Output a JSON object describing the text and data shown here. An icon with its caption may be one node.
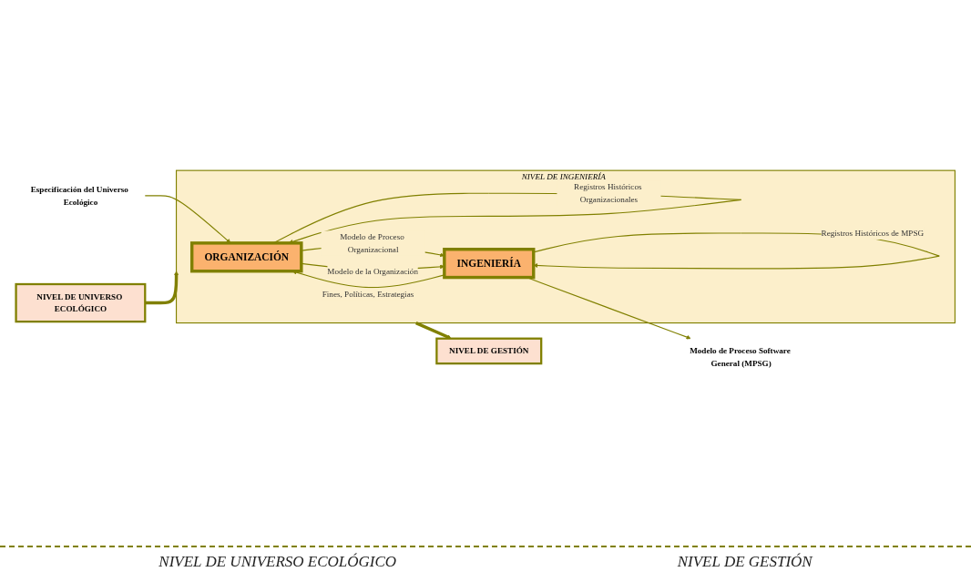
{
  "diagram": {
    "nodes": [
      {
        "text": [
          "NIVEL DE UNIVERSO ECOLÓGICO"
        ]
      },
      {
        "text": [
          "NIVEL DE INGENIERÍA"
        ]
      },
      {
        "text": [
          "Especificación del Universo Ecológico"
        ]
      },
      {
        "text": [
          "ORGANIZACIÓN"
        ],
        "in": 1
      },
      {
        "text": [
          "INGENIERÍA"
        ],
        "in": 1
      },
      {
        "text": [
          "Modelo de Proceso Software General (MPSG)"
        ]
      },
      {
        "text": [
          "NIVEL DE GESTIÓN"
        ]
      }
    ],
    "edges": [
      {
        "from": 0,
        "to": 1,
        "arrow": "to",
        "style": "thick"
      },
      {
        "from": 2,
        "to": 3,
        "arrow": "to"
      },
      {
        "from": 3,
        "to": 3,
        "arrow": "to",
        "label": "Registros Históricos Organizacionales"
      },
      {
        "from": 3,
        "to": 4,
        "arrow": "to",
        "label": "Modelo de Proceso Organizacional"
      },
      {
        "from": 3,
        "to": 4,
        "arrow": "to",
        "label": "Modelo de la Organización"
      },
      {
        "from": 4,
        "to": 3,
        "arrow": "to",
        "label": "Fines, Políticas, Estrategias"
      },
      {
        "from": 4,
        "to": 4,
        "arrow": "to",
        "label": "Registros Históricos de MPSG"
      },
      {
        "from": 4,
        "to": 5,
        "arrow": "to"
      },
      {
        "from": 1,
        "to": 6,
        "arrow": "to",
        "style": "thick"
      }
    ],
    "labels": [
      "NIVEL DE UNIVERSO ECOLÓGICO",
      "NIVEL DE GESTIÓN"
    ]
  }
}
